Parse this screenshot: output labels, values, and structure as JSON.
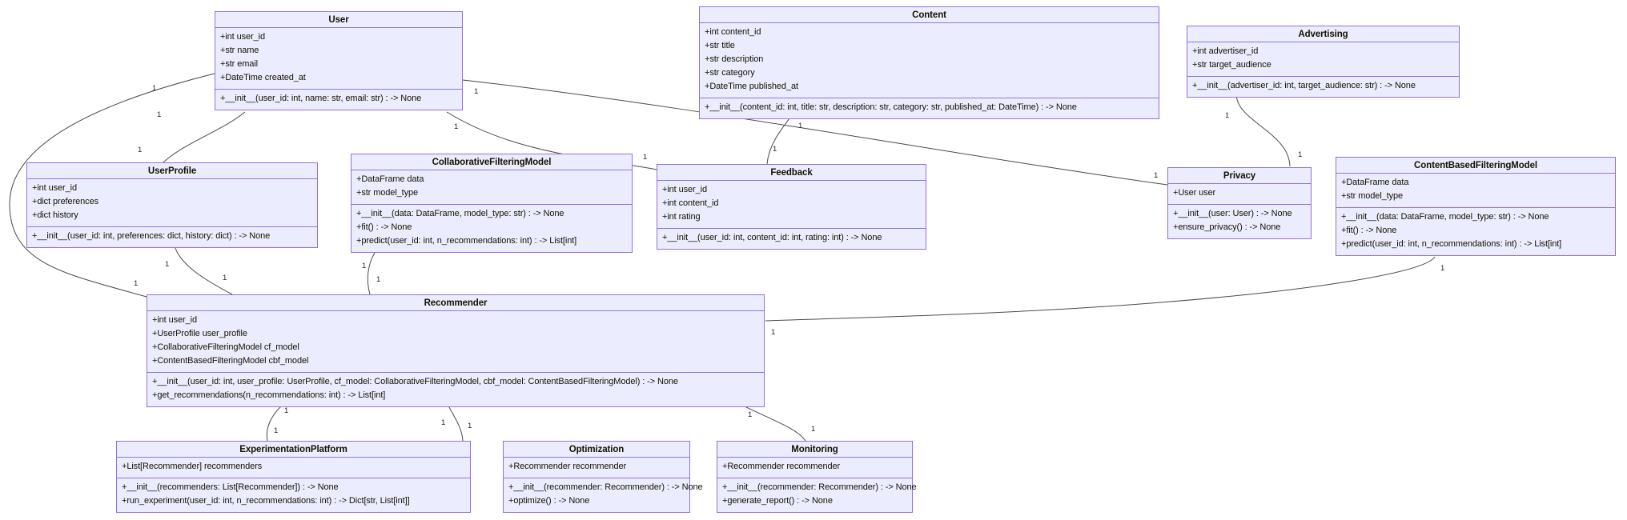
{
  "diagram": {
    "type": "uml-class-diagram",
    "colors": {
      "node_fill": "#ECECFF",
      "node_border": "#9370DB",
      "edge": "#4a4a4a",
      "background": "#ffffff"
    },
    "classes": [
      {
        "name": "User",
        "attributes": [
          "+int user_id",
          "+str name",
          "+str email",
          "+DateTime created_at"
        ],
        "methods": [
          "+__init__(user_id: int, name: str, email: str) : -> None"
        ]
      },
      {
        "name": "Content",
        "attributes": [
          "+int content_id",
          "+str title",
          "+str description",
          "+str category",
          "+DateTime published_at"
        ],
        "methods": [
          "+__init__(content_id: int, title: str, description: str, category: str, published_at: DateTime) : -> None"
        ]
      },
      {
        "name": "Advertising",
        "attributes": [
          "+int advertiser_id",
          "+str target_audience"
        ],
        "methods": [
          "+__init__(advertiser_id: int, target_audience: str) : -> None"
        ]
      },
      {
        "name": "UserProfile",
        "attributes": [
          "+int user_id",
          "+dict preferences",
          "+dict history"
        ],
        "methods": [
          "+__init__(user_id: int, preferences: dict, history: dict) : -> None"
        ]
      },
      {
        "name": "CollaborativeFilteringModel",
        "attributes": [
          "+DataFrame data",
          "+str model_type"
        ],
        "methods": [
          "+__init__(data: DataFrame, model_type: str) : -> None",
          "+fit() : -> None",
          "+predict(user_id: int, n_recommendations: int) : -> List[int]"
        ]
      },
      {
        "name": "Feedback",
        "attributes": [
          "+int user_id",
          "+int content_id",
          "+int rating"
        ],
        "methods": [
          "+__init__(user_id: int, content_id: int, rating: int) : -> None"
        ]
      },
      {
        "name": "Privacy",
        "attributes": [
          "+User user"
        ],
        "methods": [
          "+__init__(user: User) : -> None",
          "+ensure_privacy() : -> None"
        ]
      },
      {
        "name": "ContentBasedFilteringModel",
        "attributes": [
          "+DataFrame data",
          "+str model_type"
        ],
        "methods": [
          "+__init__(data: DataFrame, model_type: str) : -> None",
          "+fit() : -> None",
          "+predict(user_id: int, n_recommendations: int) : -> List[int]"
        ]
      },
      {
        "name": "Recommender",
        "attributes": [
          "+int user_id",
          "+UserProfile user_profile",
          "+CollaborativeFilteringModel cf_model",
          "+ContentBasedFilteringModel cbf_model"
        ],
        "methods": [
          "+__init__(user_id: int, user_profile: UserProfile, cf_model: CollaborativeFilteringModel, cbf_model: ContentBasedFilteringModel) : -> None",
          "+get_recommendations(n_recommendations: int) : -> List[int]"
        ]
      },
      {
        "name": "ExperimentationPlatform",
        "attributes": [
          "+List[Recommender] recommenders"
        ],
        "methods": [
          "+__init__(recommenders: List[Recommender]) : -> None",
          "+run_experiment(user_id: int, n_recommendations: int) : -> Dict[str, List[int]]"
        ]
      },
      {
        "name": "Optimization",
        "attributes": [
          "+Recommender recommender"
        ],
        "methods": [
          "+__init__(recommender: Recommender) : -> None",
          "+optimize() : -> None"
        ]
      },
      {
        "name": "Monitoring",
        "attributes": [
          "+Recommender recommender"
        ],
        "methods": [
          "+__init__(recommender: Recommender) : -> None",
          "+generate_report() : -> None"
        ]
      }
    ],
    "relationships": [
      {
        "from": "User",
        "to": "UserProfile",
        "fromLabel": "1",
        "toLabel": "1"
      },
      {
        "from": "User",
        "to": "Recommender",
        "fromLabel": "1",
        "toLabel": "1"
      },
      {
        "from": "User",
        "to": "Feedback",
        "fromLabel": "1",
        "toLabel": "1"
      },
      {
        "from": "User",
        "to": "Privacy",
        "fromLabel": "1",
        "toLabel": "1"
      },
      {
        "from": "Content",
        "to": "Feedback",
        "fromLabel": "1",
        "toLabel": "1"
      },
      {
        "from": "Advertising",
        "to": "Privacy",
        "fromLabel": "1",
        "toLabel": "1"
      },
      {
        "from": "CollaborativeFilteringModel",
        "to": "Recommender",
        "fromLabel": "1",
        "toLabel": "1"
      },
      {
        "from": "ContentBasedFilteringModel",
        "to": "Recommender",
        "fromLabel": "1",
        "toLabel": "1"
      },
      {
        "from": "UserProfile",
        "to": "Recommender",
        "fromLabel": "1",
        "toLabel": "1"
      },
      {
        "from": "Recommender",
        "to": "ExperimentationPlatform",
        "fromLabel": "1",
        "toLabel": "1"
      },
      {
        "from": "Recommender",
        "to": "Optimization",
        "fromLabel": "1",
        "toLabel": "1"
      },
      {
        "from": "Recommender",
        "to": "Monitoring",
        "fromLabel": "1",
        "toLabel": "1"
      }
    ]
  }
}
